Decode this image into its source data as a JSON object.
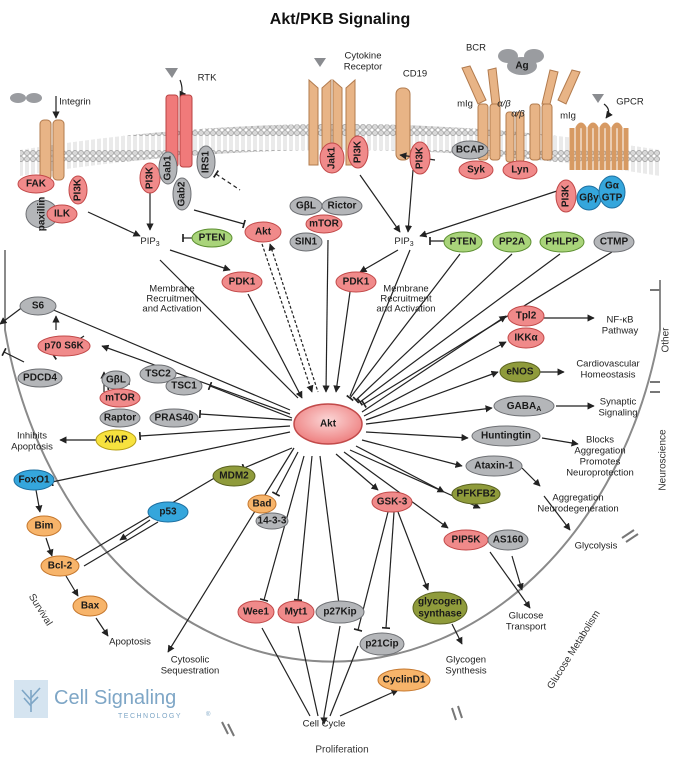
{
  "title": "Akt/PKB Signaling",
  "colors": {
    "red": "#f08a8a",
    "redStroke": "#c24a4a",
    "gray": "#b4b6b9",
    "grayStroke": "#6e7074",
    "green": "#a9d47a",
    "greenStroke": "#5d8f31",
    "blue": "#35a6dc",
    "blueStroke": "#1d6fa0",
    "yellow": "#f7e23e",
    "yellowStroke": "#b69e14",
    "orange": "#f7b46a",
    "orangeStroke": "#c5772d",
    "olive": "#8f9b3b",
    "oliveStroke": "#5a6220",
    "receptor": "#e8b486",
    "receptorStroke": "#b27b4e",
    "rtk": "#f07a7a"
  },
  "receptors": {
    "integrin": "Integrin",
    "rtk": "RTK",
    "cytokine": "Cytokine Receptor",
    "cd19": "CD19",
    "bcr": "BCR",
    "mig_left": "mIg",
    "mig_right": "mIg",
    "ab1": "α/β",
    "ab2": "α/β",
    "gpcr": "GPCR"
  },
  "nodes": {
    "fak": "FAK",
    "paxillin": "paxillin",
    "ilk": "ILK",
    "pi3k_integrin": "PI3K",
    "pi3k_rtk": "PI3K",
    "gab1": "Gab1",
    "gab2": "Gab2",
    "irs1": "IRS1",
    "jak1": "Jak1",
    "pi3k_cyto": "PI3K",
    "pi3k_cd19": "PI3K",
    "ag": "Ag",
    "bcap": "BCAP",
    "syk": "Syk",
    "lyn": "Lyn",
    "pi3k_gpcr": "PI3K",
    "gbg": "Gβγ",
    "ga": "Gα",
    "gtp": "GTP",
    "pten_left": "PTEN",
    "akt_small": "Akt",
    "pdk1_left": "PDK1",
    "gbl_top": "GβL",
    "rictor": "Rictor",
    "mtor_top": "mTOR",
    "sin1": "SIN1",
    "pten_right": "PTEN",
    "pp2a": "PP2A",
    "phlpp": "PHLPP",
    "ctmp": "CTMP",
    "pdk1_right": "PDK1",
    "akt": "Akt",
    "s6": "S6",
    "p70s6k": "p70 S6K",
    "pdcd4": "PDCD4",
    "gbl_left": "GβL",
    "mtor_left": "mTOR",
    "raptor": "Raptor",
    "tsc2": "TSC2",
    "tsc1": "TSC1",
    "pras40": "PRAS40",
    "xiap": "XIAP",
    "foxo1": "FoxO1",
    "bim": "Bim",
    "bcl2": "Bcl-2",
    "bax": "Bax",
    "mdm2": "MDM2",
    "p53": "p53",
    "bad": "Bad",
    "p1433": "14-3-3",
    "wee1": "Wee1",
    "myt1": "Myt1",
    "p27kip": "p27Kip",
    "p21cip": "p21Cip",
    "cyclind1": "CyclinD1",
    "gsk3": "GSK-3",
    "glycogen_synthase_1": "glycogen",
    "glycogen_synthase_2": "synthase",
    "pip5k": "PIP5K",
    "as160": "AS160",
    "pfkfb2": "PFKFB2",
    "ataxin1": "Ataxin-1",
    "huntingtin": "Huntingtin",
    "gaba": "GABA",
    "enos": "eNOS",
    "ikka": "IKKα",
    "tpl2": "Tpl2"
  },
  "labels": {
    "pip3_left": "PIP",
    "pip3_right": "PIP",
    "pip3_sub": "3",
    "membrane_left": [
      "Membrane",
      "Recruitment",
      "and Activation"
    ],
    "membrane_right": [
      "Membrane",
      "Recruitment",
      "and Activation"
    ],
    "nfkb": [
      "NF-κB",
      "Pathway"
    ],
    "cardio": [
      "Cardiovascular",
      "Homeostasis"
    ],
    "synaptic": [
      "Synaptic",
      "Signaling"
    ],
    "blocks": [
      "Blocks",
      "Aggregation",
      "Promotes",
      "Neuroprotection"
    ],
    "aggregation": [
      "Aggregation",
      "Neurodegeneration"
    ],
    "glycolysis": "Glycolysis",
    "glucose_transport": [
      "Glucose",
      "Transport"
    ],
    "glycogen_synthesis": [
      "Glycogen",
      "Synthesis"
    ],
    "cell_cycle": "Cell Cycle",
    "cytosolic": [
      "Cytosolic",
      "Sequestration"
    ],
    "apoptosis": "Apoptosis",
    "inhibits_apoptosis": [
      "Inhibits",
      "Apoptosis"
    ],
    "gaba_sub": "A"
  },
  "sections": {
    "other": "Other",
    "neuroscience": "Neuroscience",
    "glucose": "Glucose Metabolism",
    "proliferation": "Proliferation",
    "survival": "Survival"
  },
  "logo": {
    "line1": "Cell Signaling",
    "line2": "TECHNOLOGY",
    "mark": "®"
  }
}
